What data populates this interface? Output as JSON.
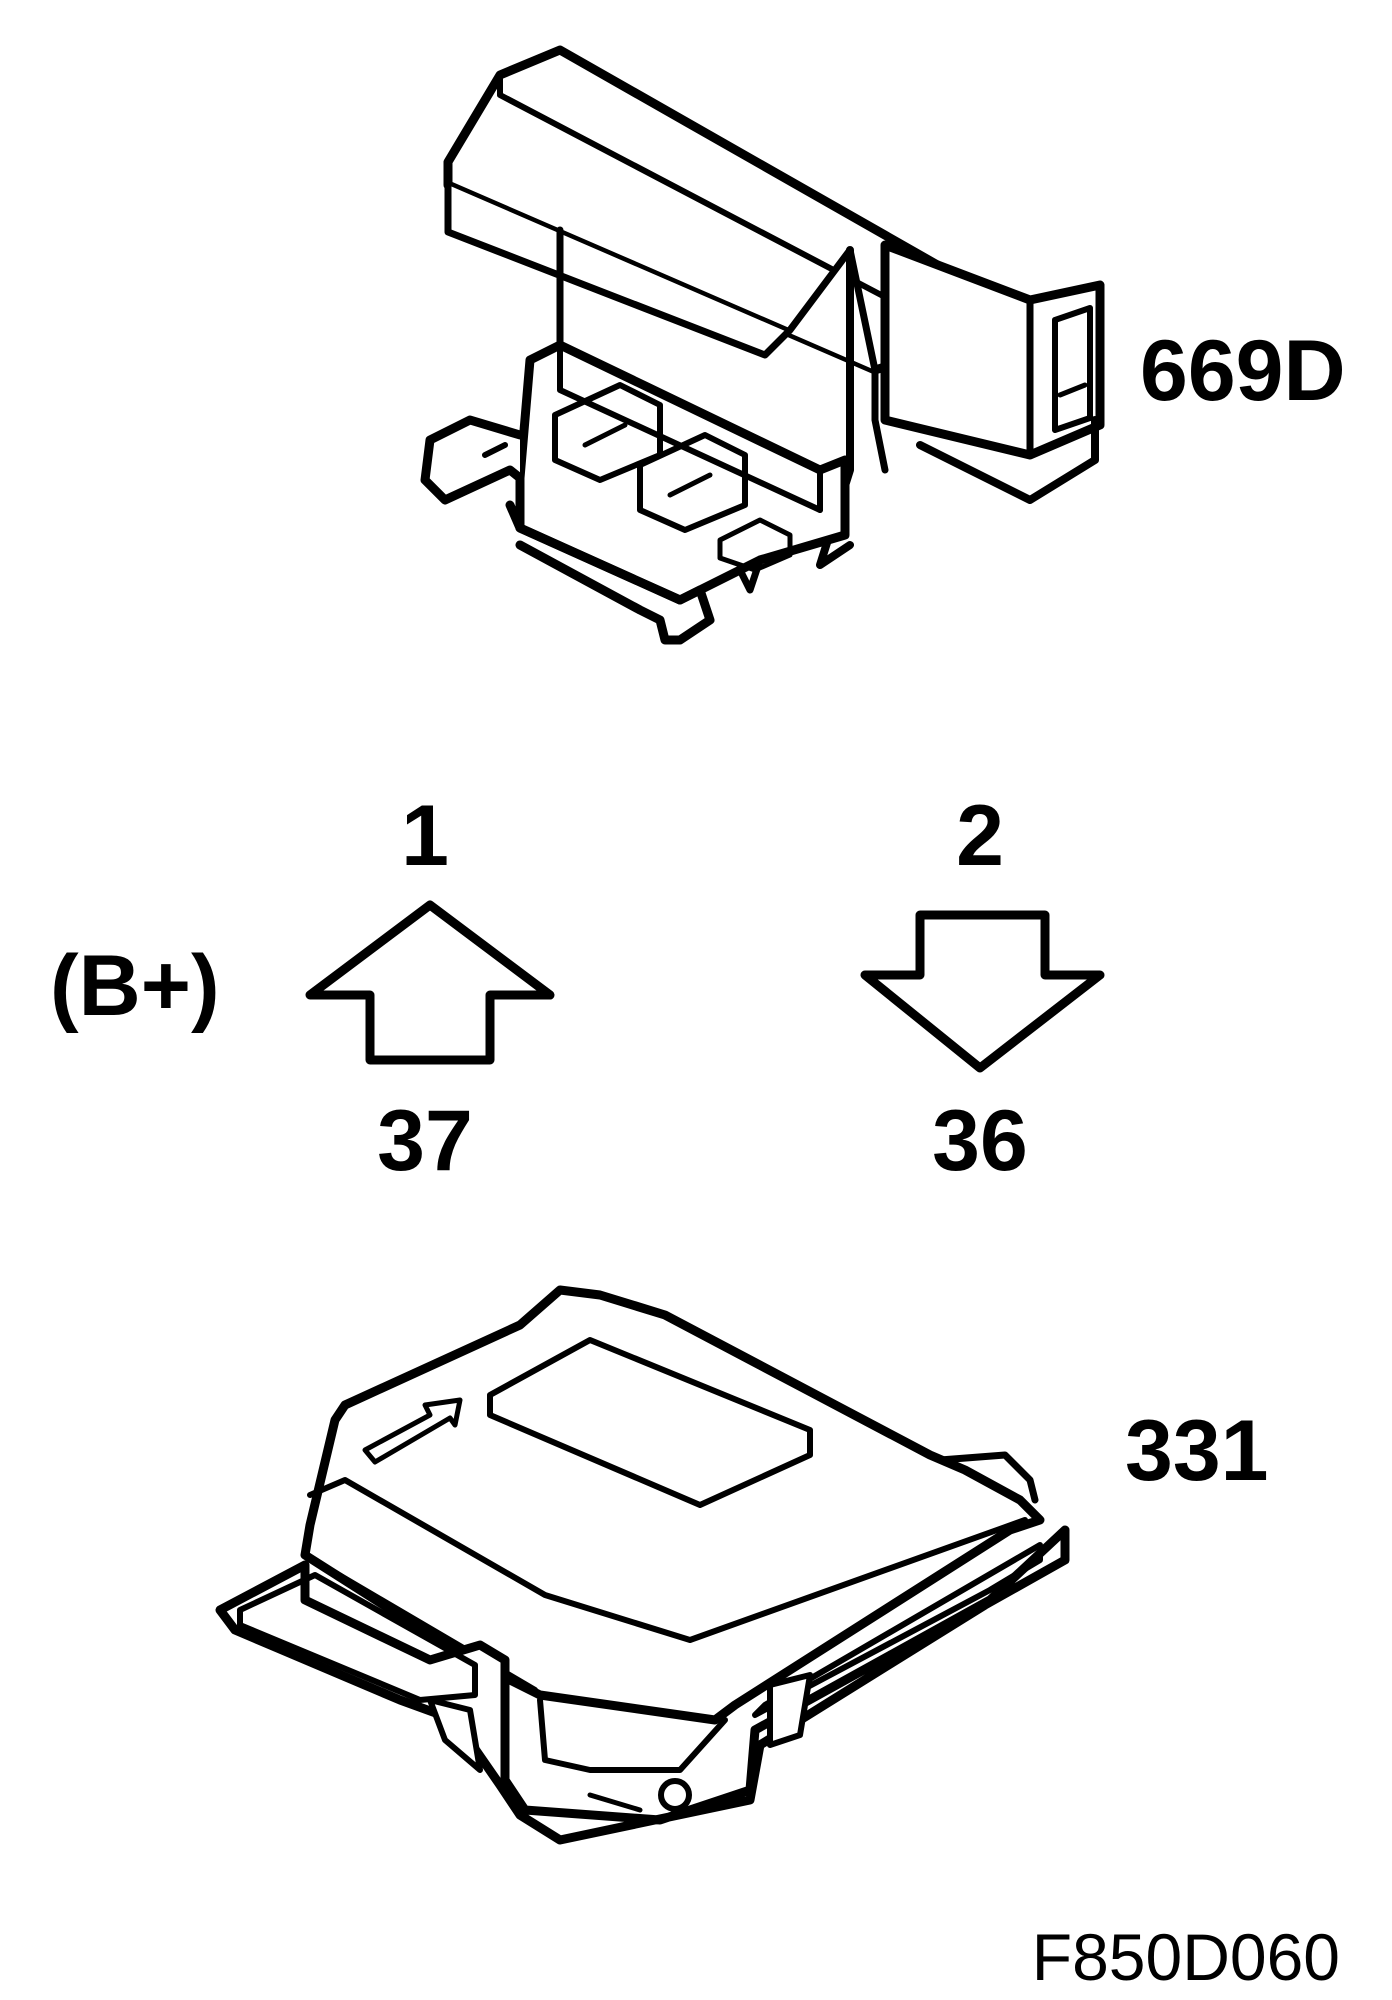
{
  "components": {
    "sensor": {
      "label": "669D",
      "icon": "sensor-connector-icon"
    },
    "control_unit": {
      "label": "331",
      "icon": "airbag-control-unit-icon"
    }
  },
  "wires": [
    {
      "top_pin": "1",
      "bottom_pin": "37",
      "direction": "up",
      "note": "(B+)"
    },
    {
      "top_pin": "2",
      "bottom_pin": "36",
      "direction": "down"
    }
  ],
  "figure_code": "F850D060",
  "colors": {
    "ink": "#000000",
    "paper": "#ffffff"
  }
}
